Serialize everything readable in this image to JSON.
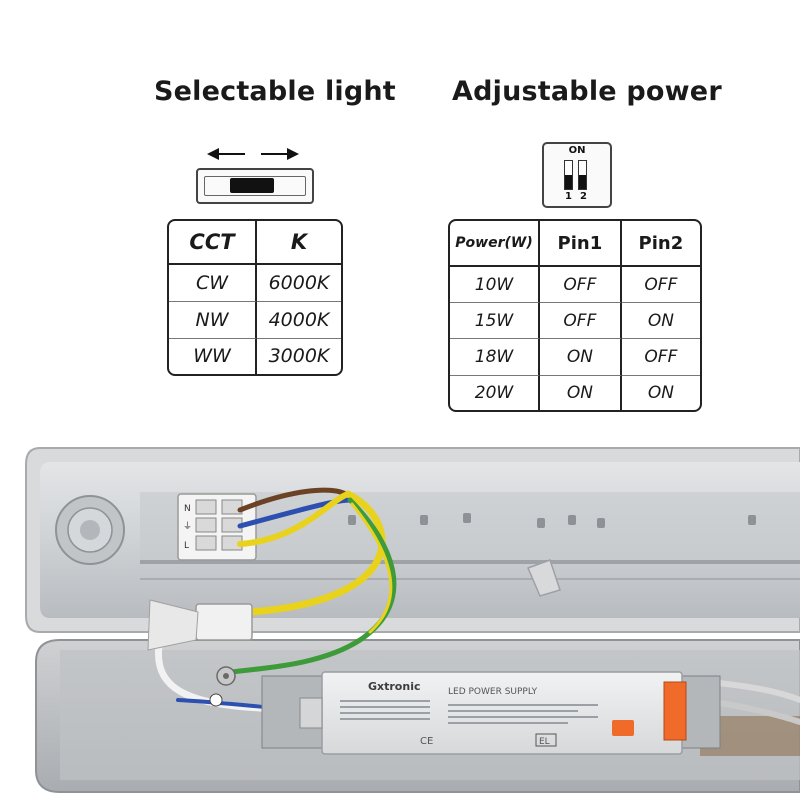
{
  "headings": {
    "left": "Selectable light",
    "right": "Adjustable power"
  },
  "dip_switch": {
    "on_label": "ON",
    "pin_labels": [
      "1",
      "2"
    ]
  },
  "cct_table": {
    "headers": [
      "CCT",
      "K"
    ],
    "rows": [
      [
        "CW",
        "6000K"
      ],
      [
        "NW",
        "4000K"
      ],
      [
        "WW",
        "3000K"
      ]
    ]
  },
  "power_table": {
    "headers": [
      "Power(W)",
      "Pin1",
      "Pin2"
    ],
    "rows": [
      [
        "10W",
        "OFF",
        "OFF"
      ],
      [
        "15W",
        "OFF",
        "ON"
      ],
      [
        "18W",
        "ON",
        "OFF"
      ],
      [
        "20W",
        "ON",
        "ON"
      ]
    ]
  },
  "driver": {
    "brand": "Gxtronic",
    "title": "LED POWER SUPPLY",
    "ce_mark": "CE",
    "el_mark": "EL"
  },
  "terminal_block": {
    "labels": [
      "N",
      "⏚",
      "L"
    ]
  },
  "colors": {
    "wire_yellow": "#e8d21c",
    "wire_brown": "#6b4226",
    "wire_blue": "#2c4fb0",
    "wire_green": "#3e9b3a",
    "housing": "#c9ccd0",
    "driver_body": "#e6e8ea",
    "connector_orange": "#f06a2a"
  }
}
